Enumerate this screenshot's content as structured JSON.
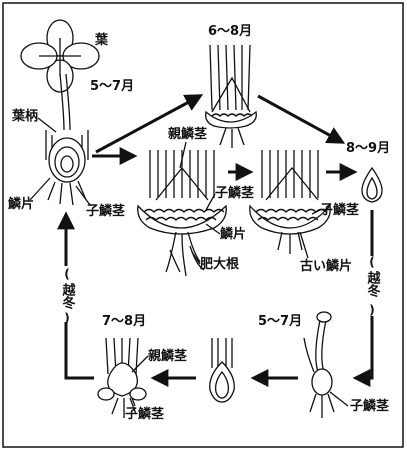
{
  "labels": {
    "leaf": "葉",
    "petiole": "葉柄",
    "scale": "鱗片",
    "daughter_bulb": "子鱗茎",
    "parent_bulb": "親鱗茎",
    "enlarged_root": "肥大根",
    "old_scale": "古い鱗片",
    "overwinter": "越冬"
  },
  "periods": {
    "p1": "5～7月",
    "p2": "6～8月",
    "p3": "8～9月",
    "p4": "5～7月",
    "p5": "7～8月"
  },
  "colors": {
    "ink": "#111111",
    "paper": "#ffffff"
  }
}
